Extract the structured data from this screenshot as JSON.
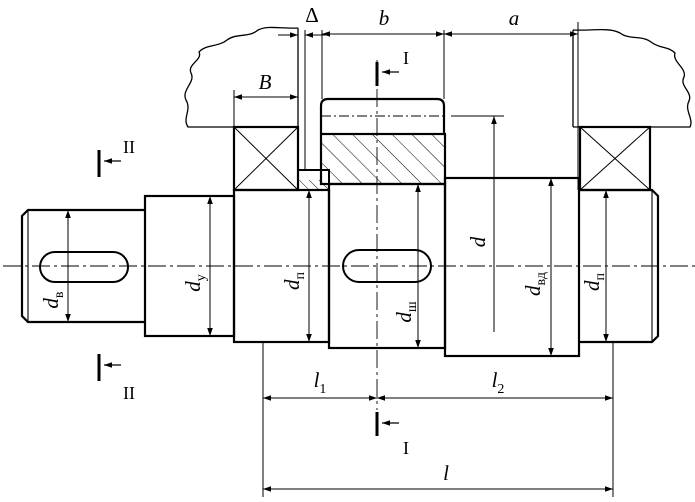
{
  "labels": {
    "delta": "Δ",
    "b": "b",
    "a": "a",
    "B": "B",
    "section_I": "I",
    "section_II": "II",
    "d": "d",
    "d_v_main": "d",
    "d_v_sub": "в",
    "d_u_main": "d",
    "d_u_sub": "у",
    "d_p_left_main": "d",
    "d_p_left_sub": "п",
    "d_sh_main": "d",
    "d_sh_sub": "ш",
    "d_vd_main": "d",
    "d_vd_sub": "вд",
    "d_p_right_main": "d",
    "d_p_right_sub": "п",
    "l1_main": "l",
    "l1_sub": "1",
    "l2_main": "l",
    "l2_sub": "2",
    "l": "l"
  }
}
